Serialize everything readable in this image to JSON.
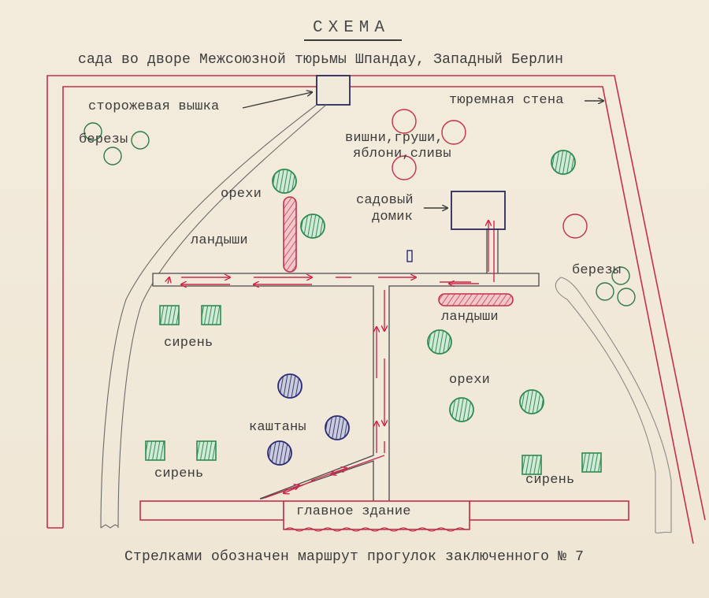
{
  "document": {
    "title": "СХЕМА",
    "subtitle": "сада во дворе Межсоюзной тюрьмы Шпандау, Западный Берлин",
    "caption": "Стрелками обозначен маршрут прогулок заключенного № 7"
  },
  "labels": {
    "watchtower": "сторожевая вышка",
    "prison_wall": "тюремная стена",
    "birches_top_left": "березы",
    "fruit_trees_line1": "вишни,груши,",
    "fruit_trees_line2": "яблони,сливы",
    "walnuts_top": "орехи",
    "lilies_left": "ландыши",
    "garden_house_line1": "садовый",
    "garden_house_line2": "домик",
    "birches_right": "березы",
    "lilies_right": "ландыши",
    "lilac_left_top": "сирень",
    "walnuts_right": "орехи",
    "chestnuts": "каштаны",
    "lilac_left_bottom": "сирень",
    "lilac_right": "сирень",
    "main_building": "главное здание"
  },
  "colors": {
    "wall_red": "#c4304a",
    "route_red": "#d0284a",
    "ink_dark": "#3a3a3a",
    "tree_green": "#2e8a52",
    "tree_fill_green": "#bfe3c8",
    "chestnut_blue": "#2a2a78",
    "house_blue": "#2a2a5a",
    "paper": "#f1e9da"
  },
  "legend_symbols": {
    "birch": "green-outline-circle",
    "fruit_tree": "red-outline-circle",
    "walnut": "green-hatched-circle",
    "chestnut": "blue-hatched-circle",
    "lilac": "green-hatched-square",
    "lily_bed": "red-hatched-capsule",
    "route": "red-arrow-line"
  }
}
